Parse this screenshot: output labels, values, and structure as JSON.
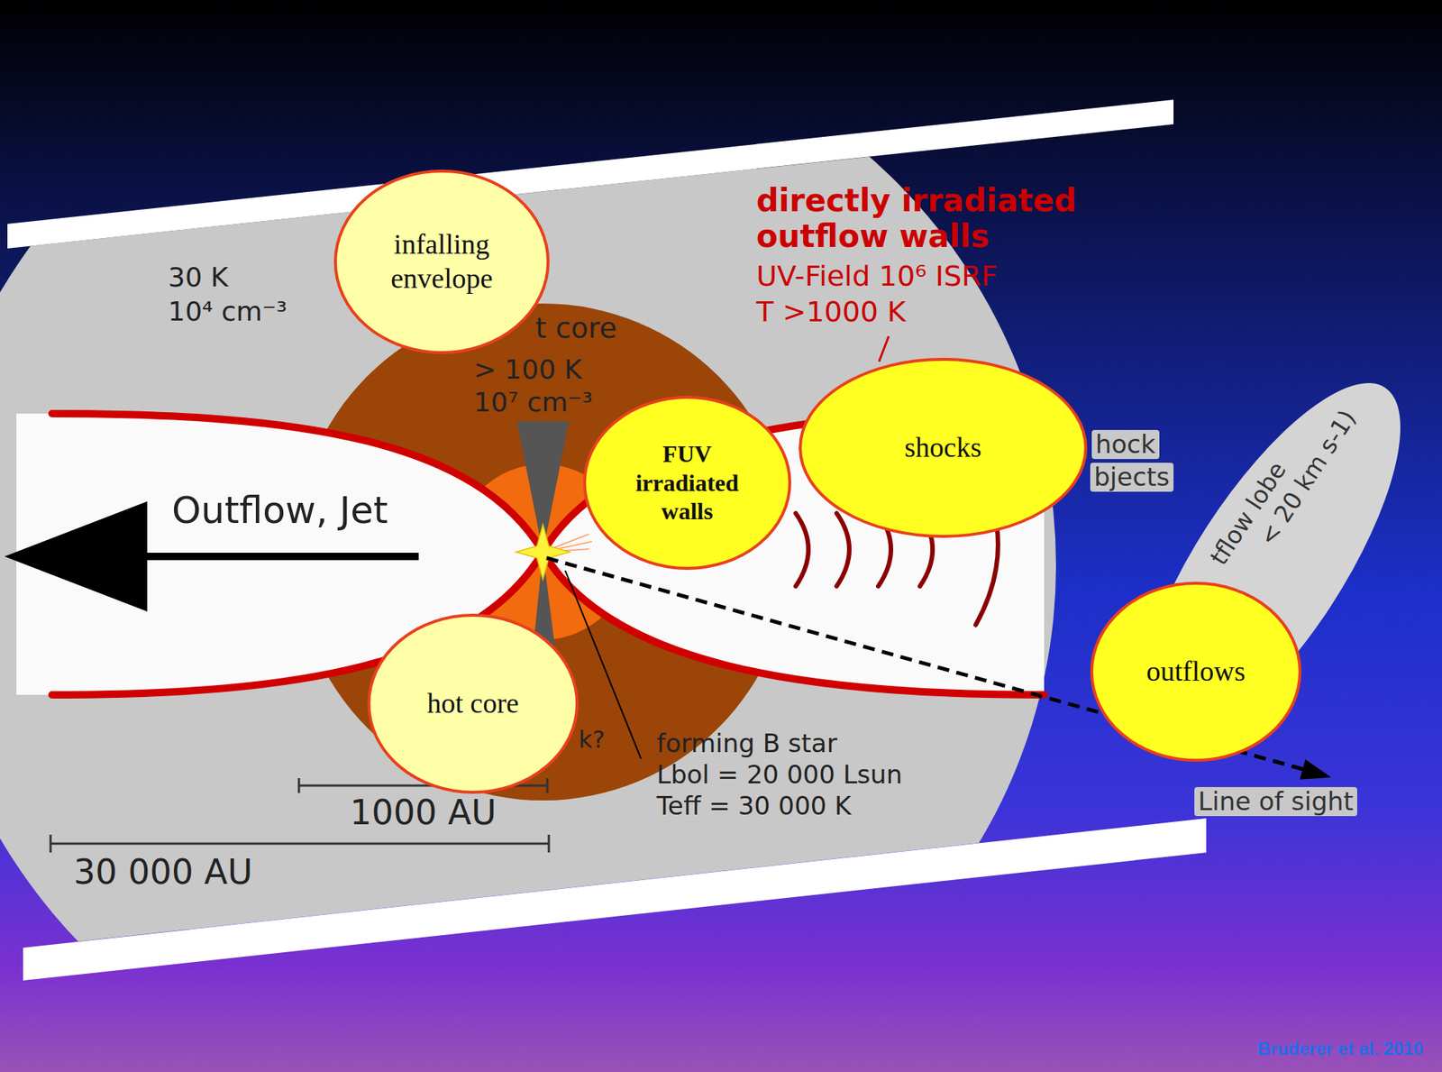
{
  "diagram": {
    "nodes": [
      {
        "text": [
          "infalling envelope"
        ]
      },
      {
        "text": [
          "FUV irradiated walls"
        ]
      },
      {
        "text": [
          "shocks"
        ]
      },
      {
        "text": [
          "hot core"
        ]
      },
      {
        "text": [
          "outflows"
        ]
      }
    ],
    "labels": [
      "30 K",
      "10⁴ cm⁻³",
      "t core",
      "> 100 K",
      "10⁷ cm⁻³",
      "directly irradiated outflow walls",
      "UV-Field 10⁶ ISRF",
      "T >1000 K",
      "hock",
      "bjects",
      "Outflow, Jet",
      "tflow lobe",
      "< 20 km s-1)",
      "k?",
      "forming B star",
      "Lbol = 20 000 Lsun",
      "Teff = 30 000 K",
      "1000 AU",
      "30 000 AU",
      "Line of sight",
      "Bruderer et al. 2010"
    ]
  }
}
